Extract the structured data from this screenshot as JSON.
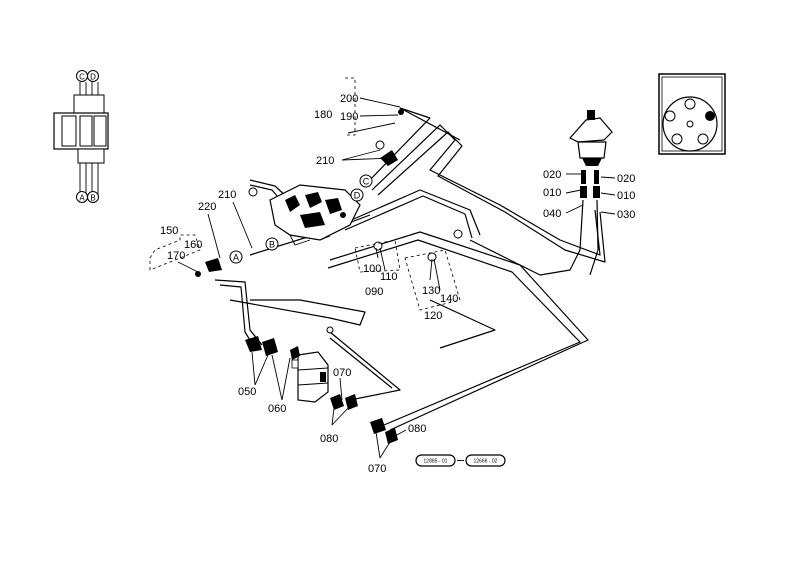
{
  "schematic": {
    "port_c": "C",
    "port_d": "D",
    "port_a": "A",
    "port_b": "B"
  },
  "callouts": {
    "c200": "200",
    "c180": "180",
    "c190": "190",
    "c210_top": "210",
    "c020_l": "020",
    "c010_l": "010",
    "c040": "040",
    "c020_r": "020",
    "c010_r": "010",
    "c030": "030",
    "c210_mid": "210",
    "c220": "220",
    "c150": "150",
    "c160": "160",
    "c170": "170",
    "c100": "100",
    "c110": "110",
    "c090": "090",
    "c130": "130",
    "c140": "140",
    "c120": "120",
    "c050": "050",
    "c060": "060",
    "c070_mid": "070",
    "c080_mid": "080",
    "c080_low": "080",
    "c070_low": "070"
  },
  "connection_markers": {
    "a_left": "A",
    "b_left": "B",
    "c_top": "C",
    "d_top": "D"
  },
  "reference_codes": {
    "ref1": "12885 - 01",
    "ref2": "12666 - 02"
  }
}
